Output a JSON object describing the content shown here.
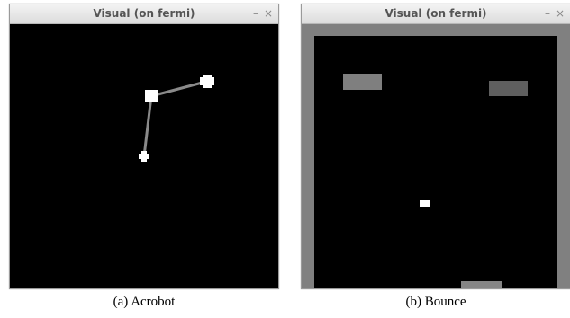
{
  "windows": [
    {
      "id": "acrobot",
      "title": "Visual (on fermi)",
      "minimize_glyph": "–",
      "close_glyph": "×",
      "caption": "(a) Acrobot"
    },
    {
      "id": "bounce",
      "title": "Visual (on fermi)",
      "minimize_glyph": "–",
      "close_glyph": "×",
      "caption": "(b) Bounce"
    }
  ],
  "colors": {
    "background": "#000000",
    "link": "#8a8a8a",
    "joint": "#ffffff",
    "wall": "#808080",
    "brick_light": "#7f7f7f",
    "brick_dark": "#5f5f5f",
    "paddle": "#858585",
    "ball": "#ffffff"
  },
  "icons": [
    "minimize-icon",
    "close-icon"
  ]
}
